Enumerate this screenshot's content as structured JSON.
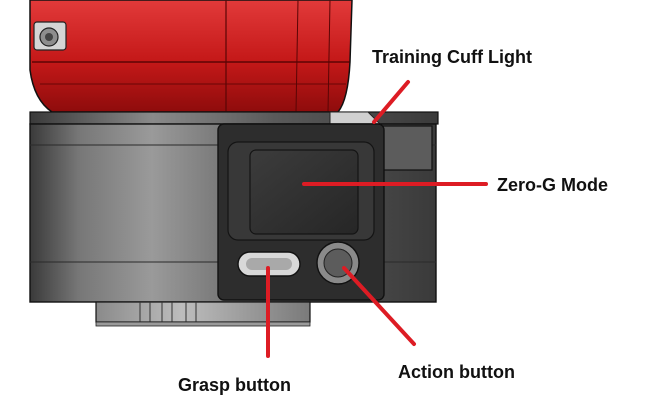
{
  "labels": {
    "training_cuff_light": "Training Cuff Light",
    "zero_g_mode": "Zero-G Mode",
    "action_button": "Action button",
    "grasp_button": "Grasp button"
  },
  "colors": {
    "pointer": "#dd1c24",
    "robot_red": "#c81d1d",
    "body_grey": "#4b4b4b",
    "panel_dark": "#2b2b2b"
  }
}
